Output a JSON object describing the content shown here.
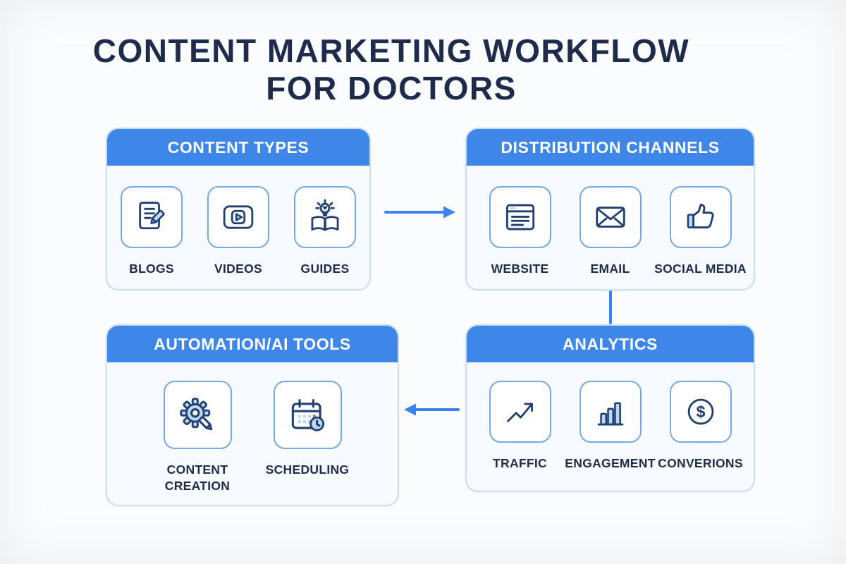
{
  "title": {
    "line1": "CONTENT MARKETING WORKFLOW",
    "line2": "FOR DOCTORS"
  },
  "cards": {
    "content_types": {
      "title": "CONTENT TYPES",
      "items": [
        {
          "label": "BLOGS",
          "icon": "blog-document-icon"
        },
        {
          "label": "VIDEOS",
          "icon": "video-player-icon"
        },
        {
          "label": "GUIDES",
          "icon": "guide-book-icon"
        }
      ]
    },
    "distribution_channels": {
      "title": "DISTRIBUTION CHANNELS",
      "items": [
        {
          "label": "WEBSITE",
          "icon": "website-browser-icon"
        },
        {
          "label": "EMAIL",
          "icon": "email-envelope-icon"
        },
        {
          "label": "SOCIAL MEDIA",
          "icon": "thumbs-up-icon"
        }
      ]
    },
    "automation_ai_tools": {
      "title": "AUTOMATION/AI TOOLS",
      "items": [
        {
          "label": "CONTENT CREATION",
          "icon": "gear-pencil-icon"
        },
        {
          "label": "SCHEDULING",
          "icon": "calendar-clock-icon"
        }
      ]
    },
    "analytics": {
      "title": "ANALYTICS",
      "items": [
        {
          "label": "TRAFFIC",
          "icon": "trend-arrow-icon"
        },
        {
          "label": "ENGAGEMENT",
          "icon": "bar-chart-icon"
        },
        {
          "label": "CONVERIONS",
          "icon": "dollar-coin-icon"
        }
      ]
    }
  },
  "connectors": [
    {
      "from": "content_types",
      "to": "distribution_channels",
      "direction": "right"
    },
    {
      "from": "distribution_channels",
      "to": "analytics",
      "direction": "down"
    },
    {
      "from": "analytics",
      "to": "automation_ai_tools",
      "direction": "left"
    }
  ],
  "colors": {
    "page_bg": "#FBFCFD",
    "header_blue": "#3E86E8",
    "card_bg": "#F7FAFE",
    "card_border": "#C9DDF5",
    "tile_border": "#76A9E8",
    "navy_text": "#1E2B4A",
    "icon_navy": "#21406F",
    "icon_light": "#BCD8F7",
    "arrow_blue": "#3B82F6"
  }
}
